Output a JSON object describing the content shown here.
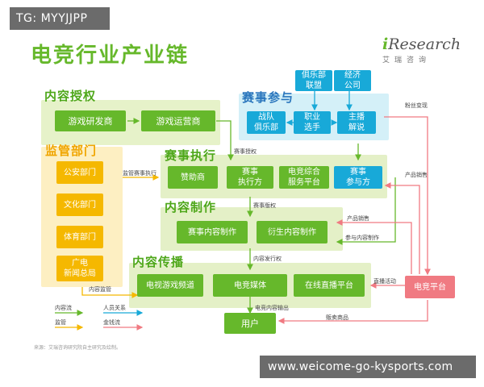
{
  "corner_tag": "TG: MYYJJPP",
  "title": "电竞行业产业链",
  "logo": {
    "brand_prefix": "i",
    "brand_rest": "Research",
    "sub": "艾瑞咨询"
  },
  "sections": {
    "content_license": "内容授权",
    "supervision": "监管部门",
    "match_participants": "赛事参与",
    "event_execution": "赛事执行",
    "content_production": "内容制作",
    "content_distribution": "内容传播"
  },
  "nodes": {
    "game_dev": "游戏研发商",
    "game_ops": "游戏运营商",
    "police": "公安部门",
    "culture": "文化部门",
    "sports": "体育部门",
    "broadcast": "广电\n新闻总局",
    "club_union": "俱乐部\n联盟",
    "agency": "经济\n公司",
    "team_club": "战队\n俱乐部",
    "pro_player": "职业\n选手",
    "streamer": "主播\n解说",
    "sponsor": "赞助商",
    "event_executor": "赛事\n执行方",
    "esports_platform": "电竞综合\n服务平台",
    "event_participant": "赛事\n参与方",
    "event_content": "赛事内容制作",
    "derivative_content": "衍生内容制作",
    "tv_channel": "电视游戏频道",
    "esports_media": "电竞媒体",
    "live_platform": "在线直播平台",
    "user": "用户",
    "esports_platform_right": "电竞平台"
  },
  "edge_labels": {
    "fan_growth": "粉丝变现",
    "event_license": "赛事授权",
    "supervise_event": "监管赛事执行",
    "product_sales_1": "产品销售",
    "event_rights": "赛事版权",
    "product_sales_2": "产品销售",
    "join_content": "参与内容制作",
    "content_distribution_rights": "内容发行权",
    "content_supervision": "内容监管",
    "live_activity": "直播活动",
    "esports_content_output": "电竞内容输出",
    "sell_goods": "贩卖商品"
  },
  "legend": {
    "content_flow": "内容流",
    "people_relation": "人员关系",
    "supervision": "监管",
    "money_flow": "金钱流"
  },
  "colors": {
    "content_flow": "#66b82b",
    "people_relation": "#18a9d8",
    "supervision": "#f5b800",
    "money_flow": "#f07a82"
  },
  "source_note": "来源：艾瑞咨询研究院自主研究及绘制。",
  "watermark": "www.weicome-go-kysports.com"
}
